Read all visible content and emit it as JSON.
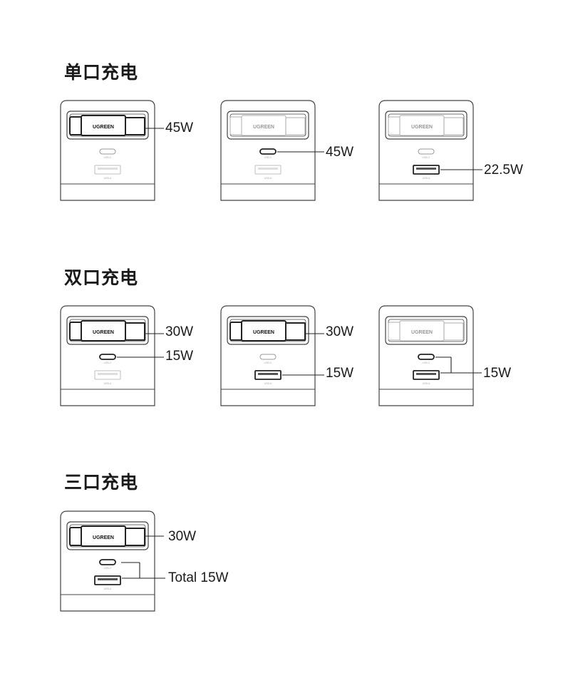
{
  "colors": {
    "ink": "#444444",
    "faded": "#bcbcbc",
    "text": "#1a1a1a"
  },
  "sections": [
    {
      "title": "单口充电",
      "chargers": [
        {
          "active": [
            "brick"
          ],
          "labels": [
            "45W"
          ]
        },
        {
          "active": [
            "usbc"
          ],
          "labels": [
            "45W"
          ]
        },
        {
          "active": [
            "usba"
          ],
          "labels": [
            "22.5W"
          ]
        }
      ]
    },
    {
      "title": "双口充电",
      "chargers": [
        {
          "active": [
            "brick",
            "usbc"
          ],
          "labels": [
            "30W",
            "15W"
          ]
        },
        {
          "active": [
            "brick",
            "usba"
          ],
          "labels": [
            "30W",
            "15W"
          ]
        },
        {
          "active": [
            "usbc",
            "usba"
          ],
          "labels": [
            "15W"
          ]
        }
      ]
    },
    {
      "title": "三口充电",
      "chargers": [
        {
          "active": [
            "brick",
            "usbc",
            "usba"
          ],
          "labels": [
            "30W",
            "Total 15W"
          ]
        }
      ]
    }
  ],
  "device": {
    "brand": "UGREEN",
    "usbc_label": "USB-C",
    "usba_label": "USB-A"
  }
}
